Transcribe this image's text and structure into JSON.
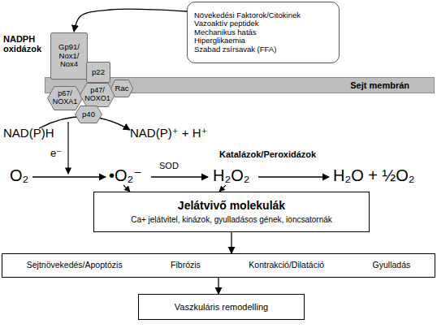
{
  "diagram": {
    "nodes": [
      {
        "text": [
          "Növekedési Faktorok/Citokinek",
          "Vazoaktív peptidek",
          "Mechanikus hatás",
          "Hiperglikaemia",
          "Szabad zsírsavak (FFA)"
        ]
      },
      {
        "text": [
          "Sejt membrán"
        ]
      },
      {
        "text": [
          "Gp91/ Nox1/ Nox4"
        ]
      },
      {
        "text": [
          "p22"
        ]
      },
      {
        "text": [
          "p67/ NOXA1"
        ]
      },
      {
        "text": [
          "p47/ NOXO1"
        ]
      },
      {
        "text": [
          "Rac"
        ]
      },
      {
        "text": [
          "p40"
        ]
      },
      {
        "text": [
          "Jelátvivő molekulák",
          "Ca+ jelátvitel, kinázok, gyulladásos gének, ioncsatornák"
        ]
      },
      {
        "text": [
          "Sejtnövekedés/Apoptózis",
          "Fibrózis",
          "Kontrakció/Dilatáció",
          "Gyulladás"
        ]
      },
      {
        "text": [
          "Vaszkuláris remodelling"
        ]
      }
    ],
    "edges": [
      {
        "from": 0,
        "to": 2,
        "arrow": "to"
      },
      {
        "from": 8,
        "to": 9,
        "arrow": "to"
      },
      {
        "from": 9,
        "to": 10,
        "arrow": "to"
      }
    ],
    "labels": [
      "NADPH oxidázok",
      "NAD(P)H",
      "NAD(P)⁺ + H⁺",
      "e⁻",
      "O₂",
      "•O₂⁻",
      "SOD",
      "H₂O₂",
      "Katalázok/Peroxidázok",
      "H₂O + ½O₂"
    ]
  }
}
